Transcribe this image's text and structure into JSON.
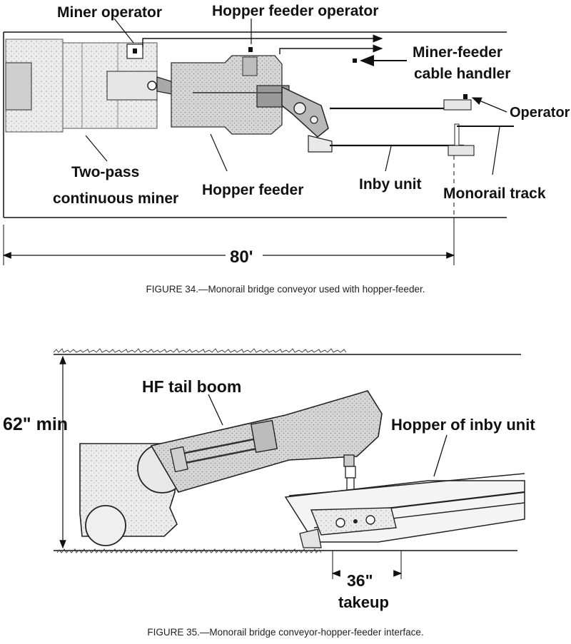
{
  "figure34": {
    "labels": {
      "miner_operator": "Miner operator",
      "hopper_feeder_operator": "Hopper feeder operator",
      "miner_feeder_cable_handler_1": "Miner-feeder",
      "miner_feeder_cable_handler_2": "cable handler",
      "operator": "Operator",
      "two_pass_1": "Two-pass",
      "two_pass_2": "continuous miner",
      "hopper_feeder": "Hopper feeder",
      "inby_unit": "Inby unit",
      "monorail_track": "Monorail track"
    },
    "dimension": "80'",
    "caption": "FIGURE 34.—Monorail bridge conveyor used with hopper-feeder."
  },
  "figure35": {
    "labels": {
      "hf_tail_boom": "HF tail boom",
      "hopper_of_inby_unit": "Hopper of inby unit",
      "height": "62\" min",
      "takeup_value": "36\"",
      "takeup_word": "takeup"
    },
    "caption": "FIGURE 35.—Monorail bridge conveyor-hopper-feeder interface."
  }
}
